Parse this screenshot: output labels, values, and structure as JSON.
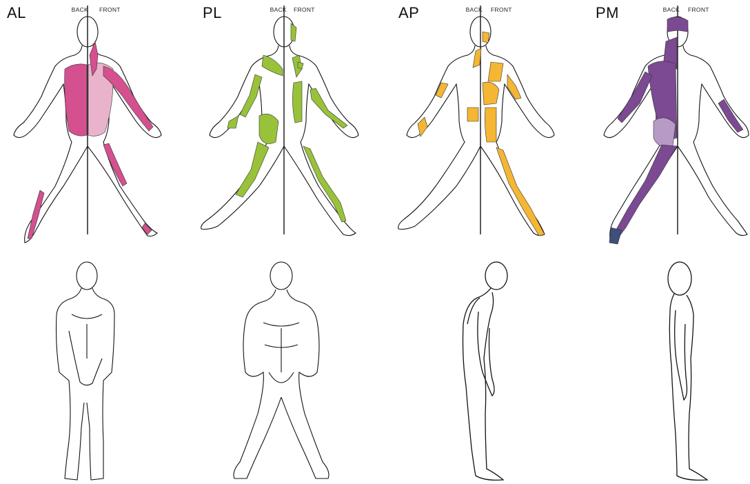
{
  "panels": [
    {
      "code": "AL",
      "color": "#d4508f",
      "color_light": "#eab3cc",
      "back_label": "BACK",
      "front_label": "FRONT",
      "lower_figure": "standing-hands-crossed-front"
    },
    {
      "code": "PL",
      "color": "#98c23a",
      "color_light": "#cde39b",
      "back_label": "BACK",
      "front_label": "FRONT",
      "lower_figure": "standing-arms-akimbo-front"
    },
    {
      "code": "AP",
      "color": "#f4b633",
      "color_light": "#f9d98f",
      "back_label": "BACK",
      "front_label": "FRONT",
      "lower_figure": "standing-slouched-side"
    },
    {
      "code": "PM",
      "color": "#7b4a93",
      "color_light": "#b79ac5",
      "back_label": "BACK",
      "front_label": "FRONT",
      "lower_figure": "standing-upright-side"
    }
  ],
  "outline_color": "#111111"
}
